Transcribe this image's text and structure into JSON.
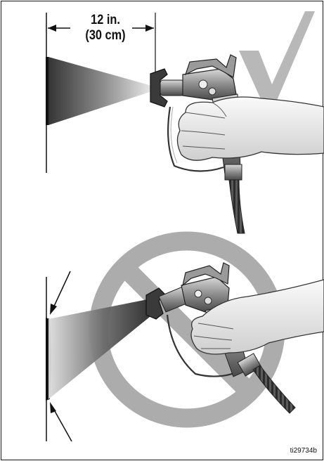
{
  "figure": {
    "distance": {
      "imperial": "12 in.",
      "metric": "(30 cm)"
    },
    "figure_id": "ti29734b"
  },
  "panels": [
    {
      "name": "correct",
      "indicator": "check-mark-icon",
      "indicator_color": "#b5b5b5"
    },
    {
      "name": "incorrect",
      "indicator": "prohibited-icon",
      "indicator_color": "#9a9a9a"
    }
  ]
}
